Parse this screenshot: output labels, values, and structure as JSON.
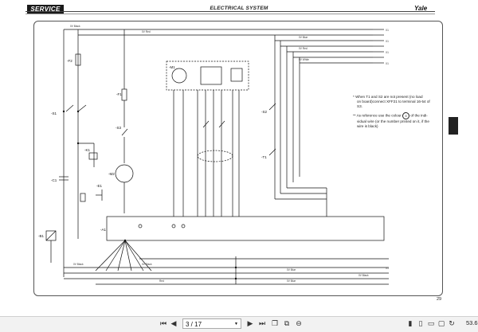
{
  "header": {
    "badge": "SERVICE",
    "title": "ELECTRICAL SYSTEM",
    "brand": "Yale"
  },
  "notes": [
    "* When T1 and S2 are not present (no load",
    "on board)connect XFF21 to terminal 16-54 of",
    "S3.",
    "** As reference use the colour",
    "of the indi-",
    "vidual wire (or the number printed on it, if the",
    "wire is black)"
  ],
  "note_symbol": "X",
  "schematic_labels": {
    "components": [
      "-M1",
      "-F2",
      "-S1",
      "-F1",
      "-S3",
      "-K1",
      "-M2",
      "-C1",
      "-B1",
      "-E1",
      "-A1",
      "-S2",
      "-T1"
    ],
    "wire_top": [
      "0V Black",
      "0V Red",
      "0V Blue",
      "0V Red",
      "0V White"
    ],
    "wire_bottom": [
      "0V Black",
      "0V Black",
      "Red",
      "0V Blue",
      "0V Blue",
      "0V Black"
    ],
    "connectors": [
      "X1",
      "X1",
      "X1",
      "X1",
      "X1"
    ]
  },
  "page_number": "29",
  "toolbar": {
    "page_field": "3 / 17",
    "zoom": "53.6",
    "icons": [
      "first-page-icon",
      "previous-page-icon",
      "next-page-icon",
      "last-page-icon",
      "copy-icon",
      "paste-icon",
      "zoom-out-icon",
      "single-page-icon",
      "two-page-icon",
      "fit-width-icon",
      "fit-page-icon",
      "rotate-icon"
    ]
  }
}
